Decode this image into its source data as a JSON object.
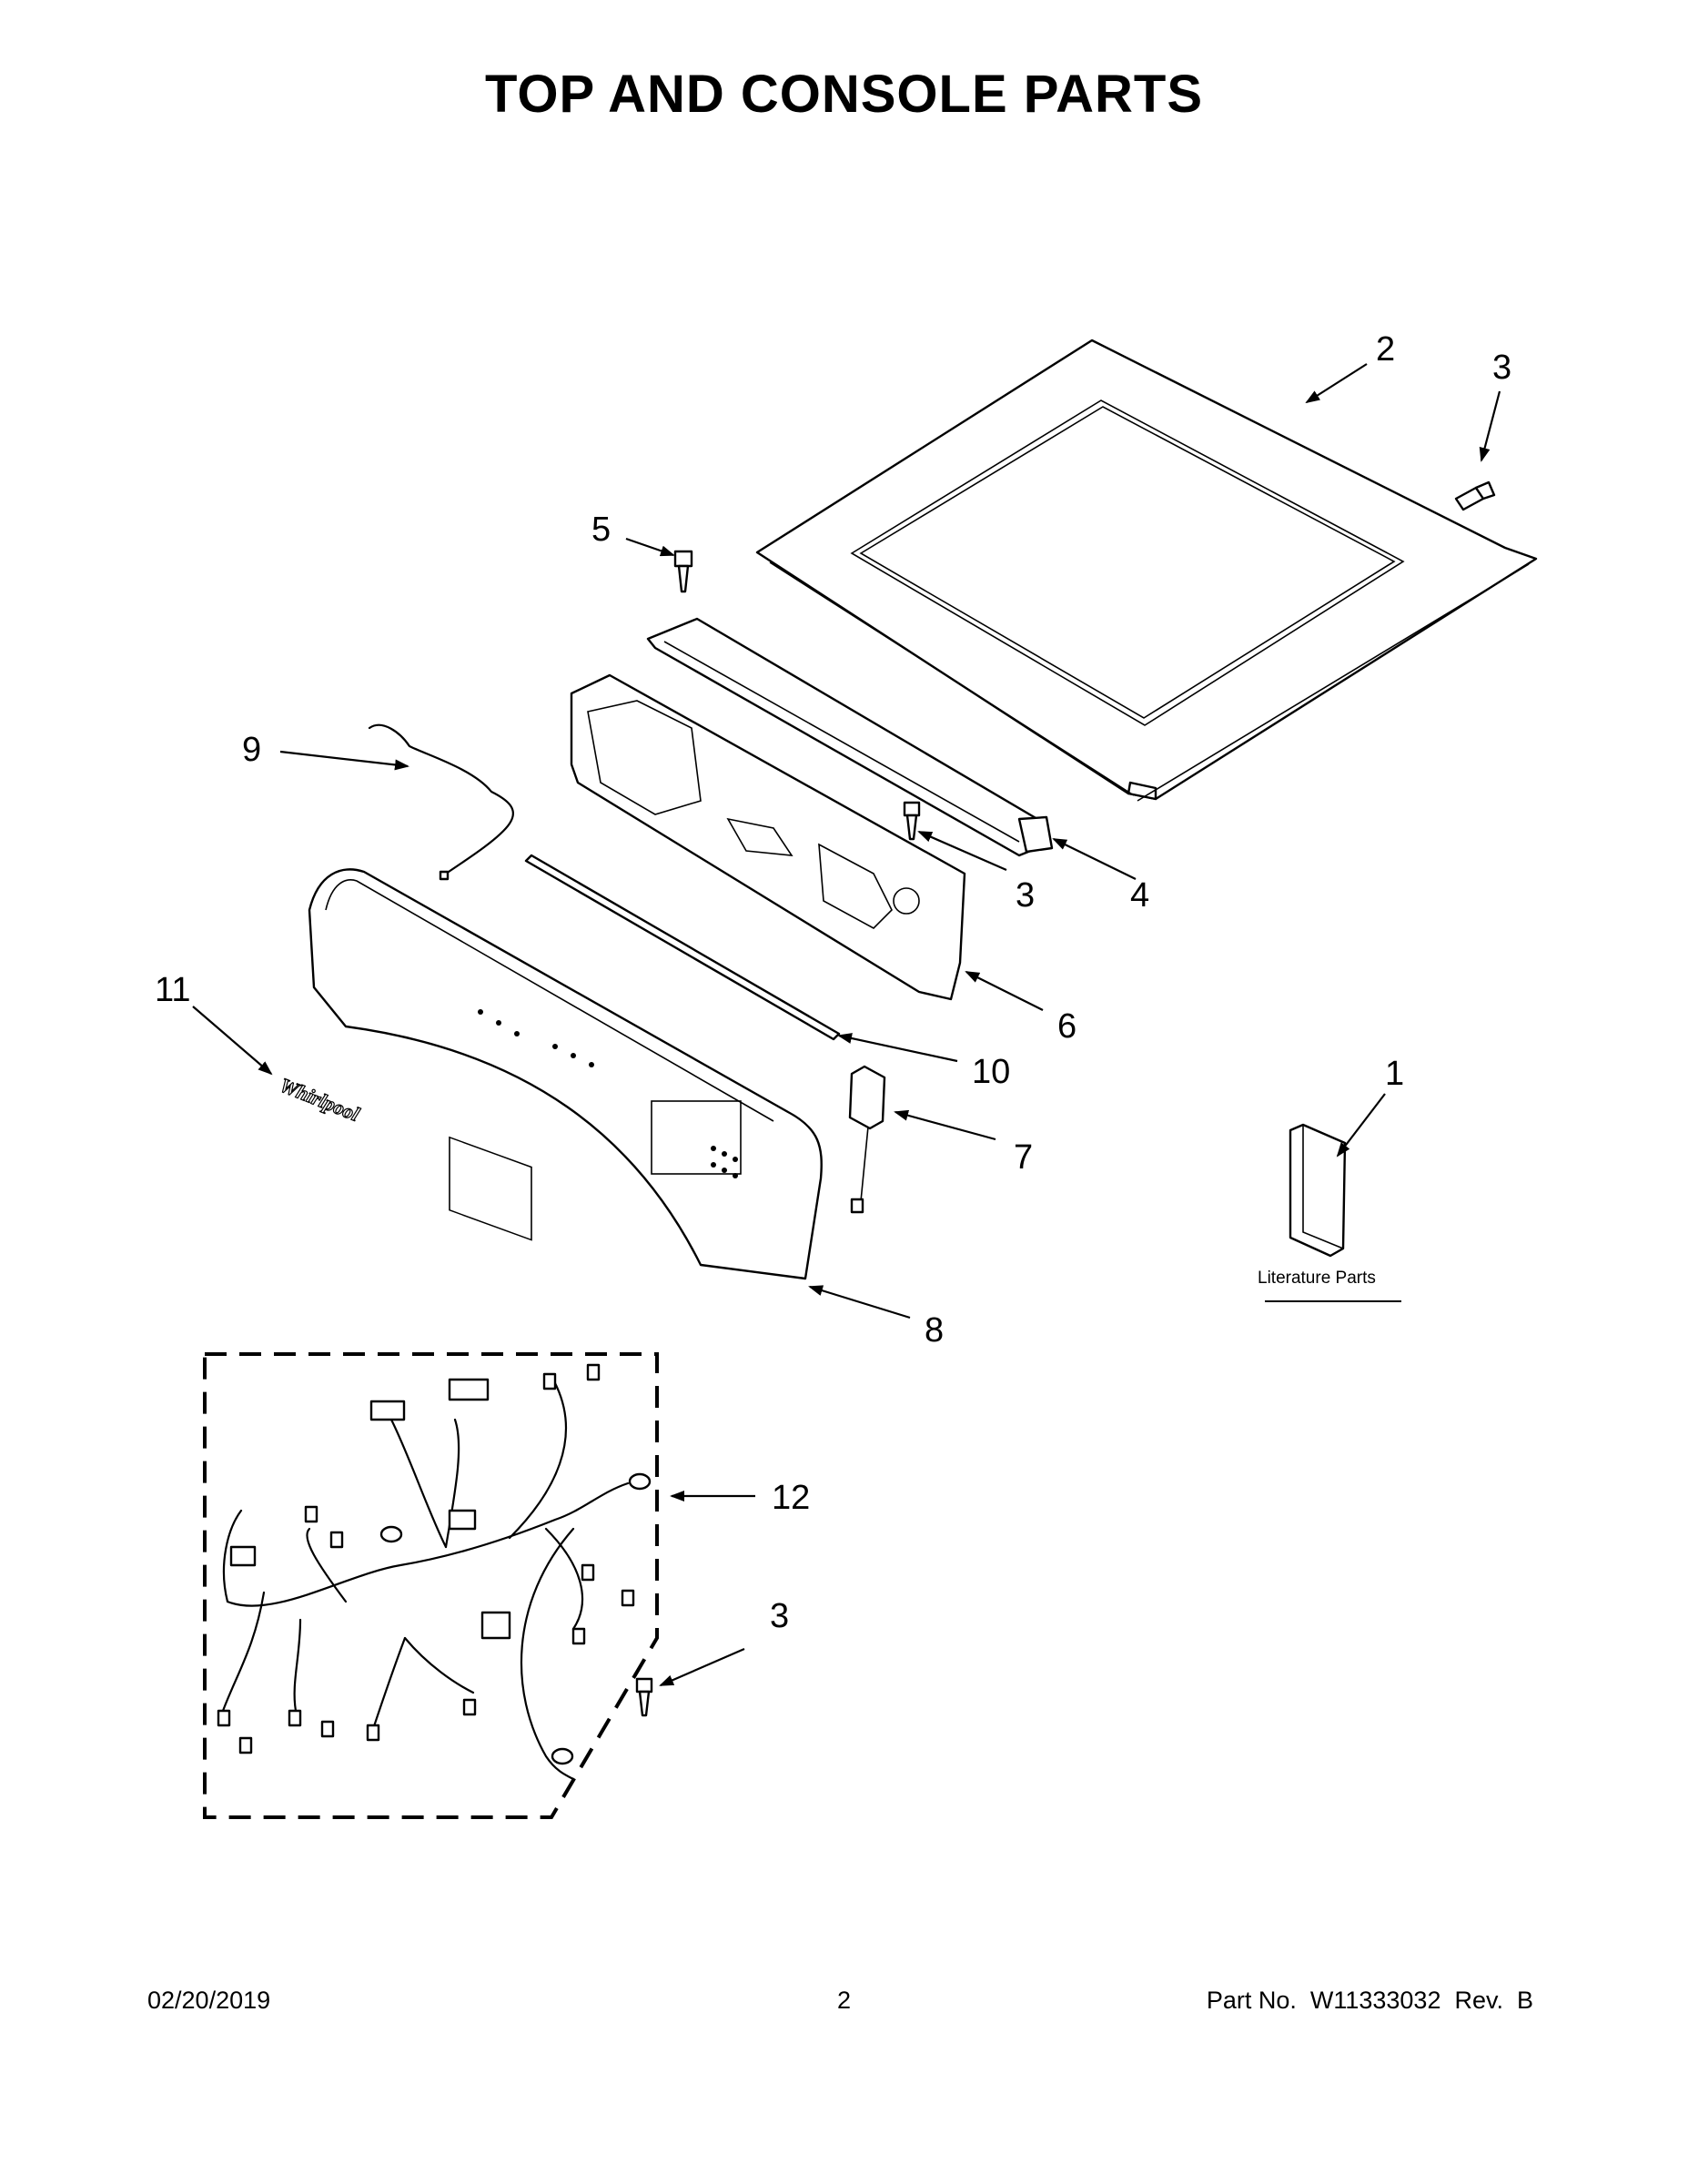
{
  "page": {
    "title": "TOP AND CONSOLE PARTS"
  },
  "callouts": [
    {
      "id": "c2",
      "label": "2"
    },
    {
      "id": "c3a",
      "label": "3"
    },
    {
      "id": "c5",
      "label": "5"
    },
    {
      "id": "c9",
      "label": "9"
    },
    {
      "id": "c3b",
      "label": "3"
    },
    {
      "id": "c4",
      "label": "4"
    },
    {
      "id": "c11",
      "label": "11"
    },
    {
      "id": "c6",
      "label": "6"
    },
    {
      "id": "c1",
      "label": "1"
    },
    {
      "id": "c10",
      "label": "10"
    },
    {
      "id": "c7",
      "label": "7"
    },
    {
      "id": "c8",
      "label": "8"
    },
    {
      "id": "c12",
      "label": "12"
    },
    {
      "id": "c3c",
      "label": "3"
    }
  ],
  "literature": {
    "label": "Literature Parts"
  },
  "logo": {
    "text": "Whirlpool"
  },
  "footer": {
    "date": "02/20/2019",
    "page_number": "2",
    "part_number": "Part No.  W11333032  Rev.  B"
  }
}
